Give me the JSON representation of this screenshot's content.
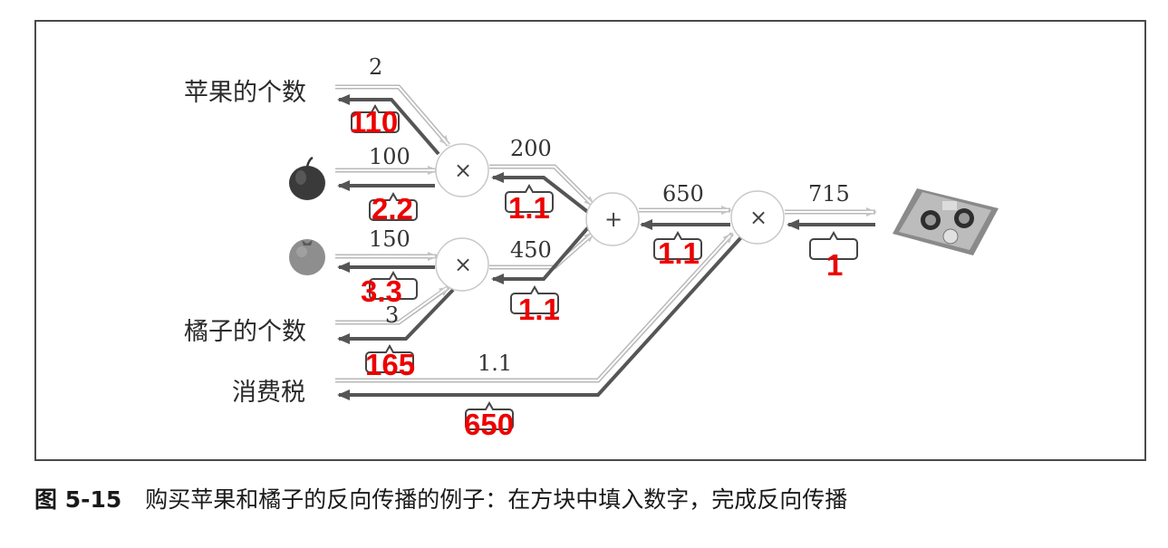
{
  "inputs": {
    "apple_count": "苹果的个数",
    "orange_count": "橘子的个数",
    "tax": "消费税"
  },
  "forward_values": {
    "apple_count": "2",
    "apple_price": "100",
    "apple_total": "200",
    "orange_price": "150",
    "orange_count": "3",
    "orange_total": "450",
    "sum": "650",
    "tax": "1.1",
    "result": "715"
  },
  "answers": {
    "apple_count": "110",
    "apple_price": "2.2",
    "apple_total": "1.1",
    "orange_price": "3.3",
    "orange_total": "1.1",
    "orange_count": "165",
    "sum": "1.1",
    "result": "1",
    "tax": "650"
  },
  "nodes": {
    "mul_symbol": "×",
    "add_symbol": "+"
  },
  "icons": {
    "apple": "apple-icon",
    "orange": "orange-icon",
    "tray": "payment-tray-icon"
  },
  "colors": {
    "answer": "#ee0000",
    "forward_arrow": "#b5b5b5",
    "backward_arrow": "#555555",
    "node_border": "#c8c8c8"
  },
  "caption": {
    "figure_number": "图 5-15",
    "text": "购买苹果和橘子的反向传播的例子：在方块中填入数字，完成反向传播"
  }
}
